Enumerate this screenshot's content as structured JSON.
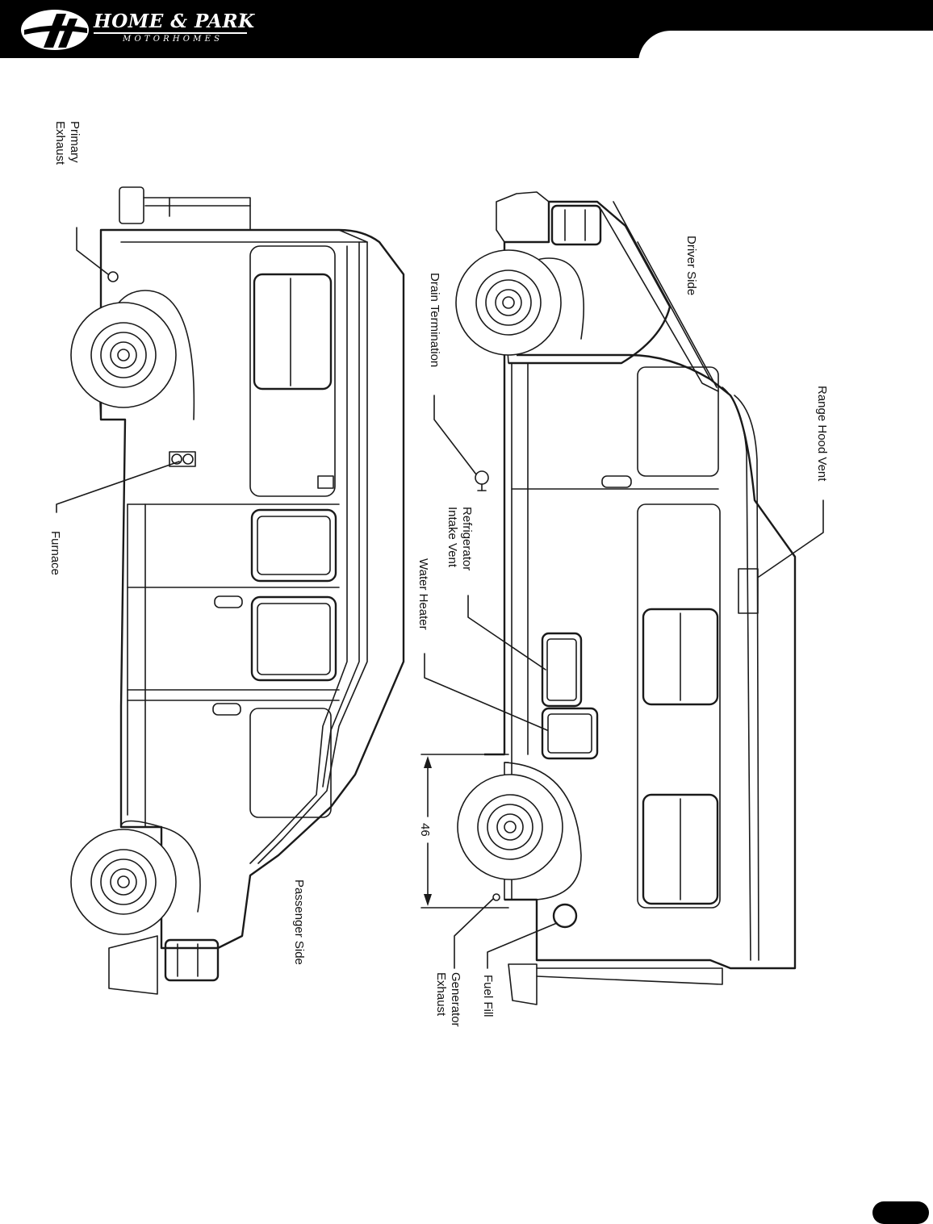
{
  "brand": {
    "name": "HOME & PARK",
    "trademark": "™",
    "subtitle": "MOTORHOMES"
  },
  "diagram": {
    "labels": {
      "primary_exhaust": [
        "Primary",
        "Exhaust"
      ],
      "furnace": "Furnace",
      "passenger_side": "Passenger Side",
      "driver_side": "Driver Side",
      "drain_termination": "Drain Termination",
      "range_hood_vent": "Range Hood Vent",
      "refrigerator_intake_vent": [
        "Refrigerator",
        "Intake Vent"
      ],
      "water_heater": "Water Heater",
      "dimension": "46",
      "generator_exhaust": [
        "Generator",
        "Exhaust"
      ],
      "fuel_fill": "Fuel Fill"
    }
  },
  "colors": {
    "header": "#000000",
    "line": "#1a1a1a",
    "background": "#ffffff"
  }
}
